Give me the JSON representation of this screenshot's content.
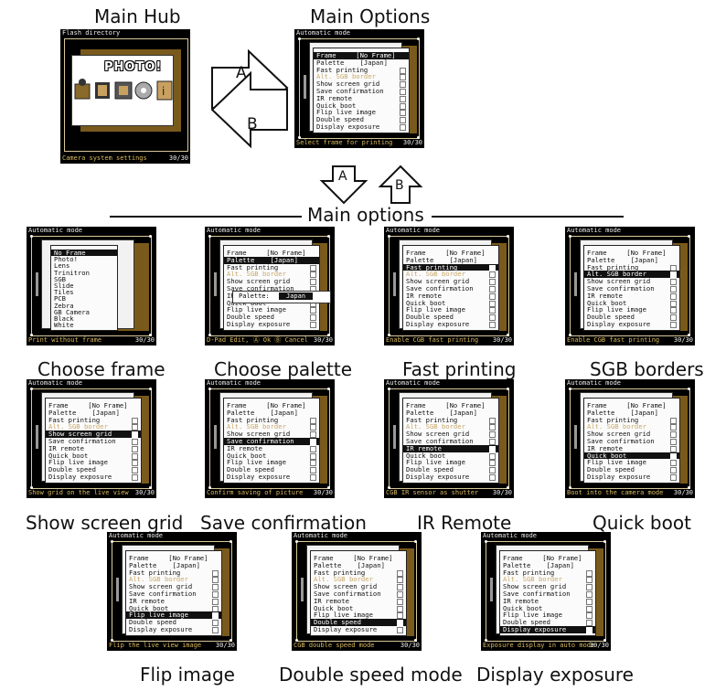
{
  "hub": {
    "caption": "Main Hub",
    "header": "Flash directory",
    "footer": "Camera system settings",
    "page": "30/30",
    "logo": "PHOTO!"
  },
  "options_caption": "Main Options",
  "arrow_a": "A",
  "arrow_b": "B",
  "section_title": "Main options",
  "options_rows": [
    {
      "label": "Frame     [No Frame]",
      "cb": false
    },
    {
      "label": "Palette    [Japan]",
      "cb": false
    },
    {
      "label": "Fast printing",
      "cb": true
    },
    {
      "label": "Alt. SGB border",
      "cb": true,
      "dis": true
    },
    {
      "label": "Show screen grid",
      "cb": true
    },
    {
      "label": "Save confirmation",
      "cb": true
    },
    {
      "label": "IR remote",
      "cb": true
    },
    {
      "label": "Quick boot",
      "cb": true
    },
    {
      "label": "Flip live image",
      "cb": true
    },
    {
      "label": "Double speed",
      "cb": true
    },
    {
      "label": "Display exposure",
      "cb": true
    }
  ],
  "frame_list": [
    "No Frame",
    "Photo!",
    "Lens",
    "Trinitron",
    "SGB",
    "Slide",
    "Tiles",
    "PCB",
    "Zebra",
    "GB Camera",
    "Black",
    "White"
  ],
  "palette_popup": {
    "label": "Palette:",
    "value": "Japan"
  },
  "screens": {
    "main": {
      "header": "Automatic mode",
      "footer": "Select frame for printing",
      "page": "30/30"
    },
    "frame": {
      "caption": "Choose frame",
      "header": "Automatic mode",
      "footer": "Print without frame",
      "page": "30/30"
    },
    "palette": {
      "caption": "Choose palette",
      "header": "Automatic mode",
      "footer": "D-Pad Edit, Ⓐ Ok Ⓑ Cancel",
      "page": "30/30"
    },
    "fast": {
      "caption": "Fast printing",
      "header": "Automatic mode",
      "footer": "Enable CGB fast printing",
      "page": "30/30"
    },
    "sgb": {
      "caption": "SGB borders",
      "header": "Automatic mode",
      "footer": "Enable CGB fast printing",
      "page": "30/30"
    },
    "grid": {
      "caption": "Show screen grid",
      "header": "Automatic mode",
      "footer": "Show grid on the live view",
      "page": "30/30"
    },
    "save": {
      "caption": "Save confirmation",
      "header": "Automatic mode",
      "footer": "Confirm saving of picture",
      "page": "30/30"
    },
    "ir": {
      "caption": "IR Remote",
      "header": "Automatic mode",
      "footer": "CGB IR sensor as shutter",
      "page": "30/30"
    },
    "quick": {
      "caption": "Quick boot",
      "header": "Automatic mode",
      "footer": "Boot into the camera mode",
      "page": "30/30"
    },
    "flip": {
      "caption": "Flip image",
      "header": "Automatic mode",
      "footer": "Flip the live view image",
      "page": "30/30"
    },
    "double": {
      "caption": "Double speed mode",
      "header": "Automatic mode",
      "footer": "CGB double speed mode",
      "page": "30/30"
    },
    "expo": {
      "caption": "Display exposure",
      "header": "Automatic mode",
      "footer": "Exposure display in auto mode",
      "page": "30/30"
    }
  }
}
